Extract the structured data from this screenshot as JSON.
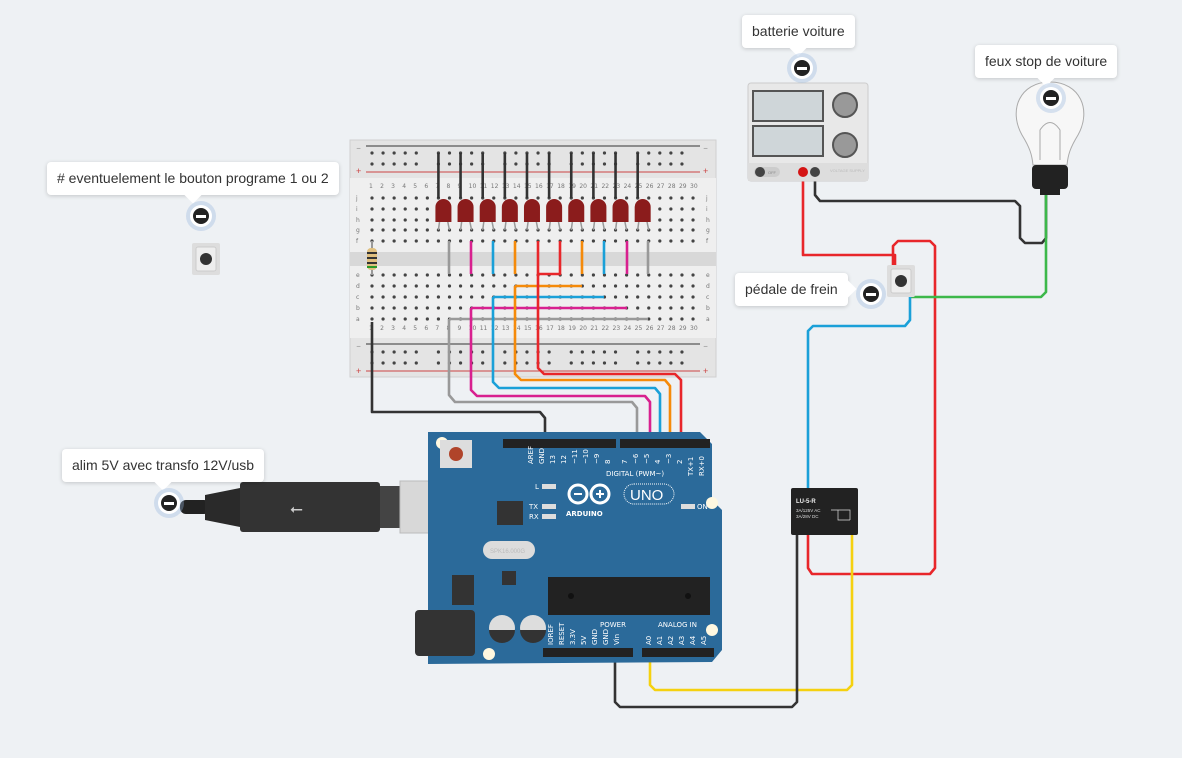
{
  "annotations": {
    "battery": "batterie voiture",
    "brake_light": "feux stop de voiture",
    "program_button": "# eventuelement le bouton programe 1 ou 2",
    "brake_pedal": "pédale de frein",
    "power_supply": "alim 5V avec transfo 12V/usb"
  },
  "arduino": {
    "brand": "ARDUINO",
    "model": "UNO",
    "digital_label": "DIGITAL (PWM~)",
    "power_label": "POWER",
    "analog_label": "ANALOG IN",
    "digital_pins": [
      "AREF",
      "GND",
      "13",
      "12",
      "~11",
      "~10",
      "~9",
      "8",
      "7",
      "~6",
      "~5",
      "4",
      "~3",
      "2",
      "TX+1",
      "RX+0"
    ],
    "power_pins": [
      "IOREF",
      "RESET",
      "3.3V",
      "5V",
      "GND",
      "GND",
      "Vin"
    ],
    "analog_pins": [
      "A0",
      "A1",
      "A2",
      "A3",
      "A4",
      "A5"
    ],
    "leds": [
      "L",
      "TX",
      "RX",
      "ON"
    ],
    "crystal": "SPK16.000G"
  },
  "relay": {
    "model": "LU-5-R",
    "rating1": "3A/125V AC",
    "rating2": "3A/28V DC"
  },
  "power_supply_device": {
    "switch": "OFF",
    "brand": "VOLTAGE SUPPLY"
  },
  "breadboard": {
    "row_labels_top": [
      "j",
      "i",
      "h",
      "g",
      "f"
    ],
    "row_labels_bottom": [
      "e",
      "d",
      "c",
      "b",
      "a"
    ],
    "columns": 30
  },
  "colors": {
    "background": "#eef1f4",
    "arduino_board": "#2b6a9a",
    "led": "#8b1c1c",
    "wire_red": "#e8262a",
    "wire_blue": "#1aa0d8",
    "wire_orange": "#f58a0a",
    "wire_magenta": "#d8208f",
    "wire_gray": "#999999",
    "wire_green": "#3cb84a",
    "wire_yellow": "#f5d10f",
    "wire_black": "#333333"
  }
}
